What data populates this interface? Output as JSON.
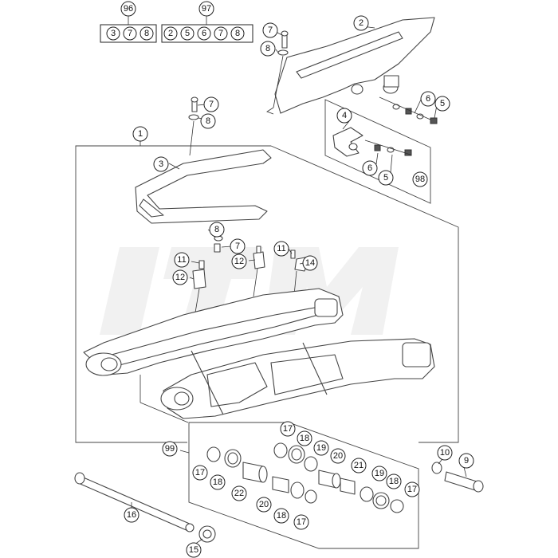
{
  "colors": {
    "line": "#444444",
    "background": "#ffffff",
    "watermark": "#f1f1f1"
  },
  "kits": [
    {
      "number": "96",
      "items": [
        "3",
        "7",
        "8"
      ]
    },
    {
      "number": "97",
      "items": [
        "2",
        "5",
        "6",
        "7",
        "8"
      ]
    }
  ],
  "callouts": {
    "c1": "1",
    "c2": "2",
    "c3": "3",
    "c4": "4",
    "c5a": "5",
    "c5b": "5",
    "c6a": "6",
    "c6b": "6",
    "c7a": "7",
    "c7b": "7",
    "c7c": "7",
    "c8a": "8",
    "c8b": "8",
    "c8c": "8",
    "c9": "9",
    "c10": "10",
    "c11a": "11",
    "c11b": "11",
    "c12a": "12",
    "c12b": "12",
    "c14": "14",
    "c15": "15",
    "c16": "16",
    "c17a": "17",
    "c17b": "17",
    "c17c": "17",
    "c17d": "17",
    "c18a": "18",
    "c18b": "18",
    "c18c": "18",
    "c18d": "18",
    "c19a": "19",
    "c19b": "19",
    "c20a": "20",
    "c20b": "20",
    "c21": "21",
    "c22": "22",
    "c98": "98",
    "c99": "99"
  }
}
